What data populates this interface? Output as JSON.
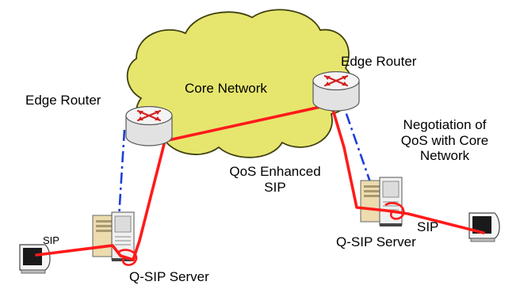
{
  "labels": {
    "core_network": "Core Network",
    "edge_router_left": "Edge Router",
    "edge_router_right": "Edge Router",
    "negotiation_line1": "Negotiation of",
    "negotiation_line2": "QoS with Core",
    "negotiation_line3": "Network",
    "qos_line1": "QoS Enhanced",
    "qos_line2": "SIP",
    "qsip_left": "Q-SIP Server",
    "qsip_right": "Q-SIP Server",
    "sip_left": "SIP",
    "sip_right": "SIP"
  },
  "colors": {
    "cloud_fill": "#e6e66e",
    "cloud_stroke": "#404010",
    "signal_path": "#ff1a1a",
    "control_link": "#1f3fd6",
    "router_body": "#e4e4e4",
    "router_top": "#f4f4f4",
    "router_arrow": "#d42020"
  },
  "icons": {
    "router": "router-icon",
    "server": "server-icon",
    "terminal": "computer-terminal-icon"
  }
}
